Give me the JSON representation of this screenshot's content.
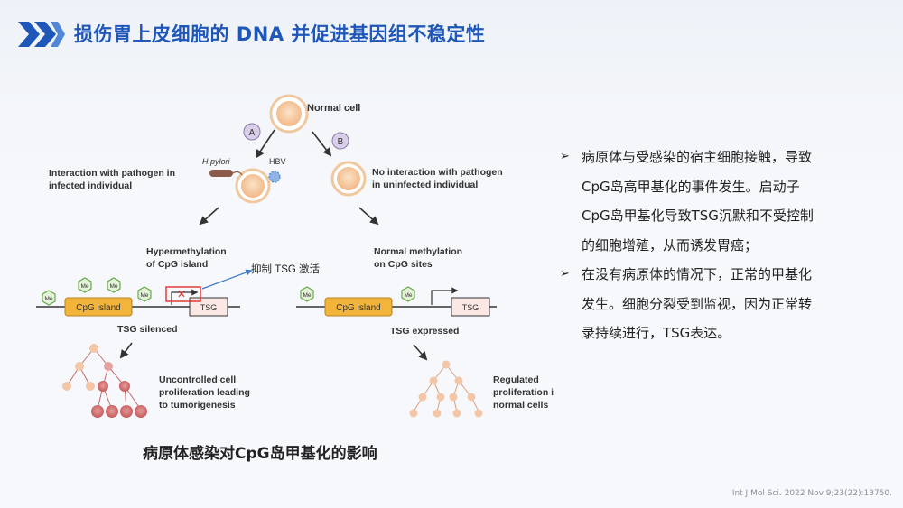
{
  "title": "损伤胃上皮细胞的 DNA 并促进基因组不稳定性",
  "colors": {
    "accent": "#1f57b8",
    "cpg_island": "#f2b43a",
    "me_badge": "#7fbf5a",
    "cell": "#f7c89a",
    "arrow_blue": "#3b78c4",
    "cross_red": "#e0302a"
  },
  "figure": {
    "normal_cell": "Normal cell",
    "branch_a_marker": "A",
    "branch_b_marker": "B",
    "h_pylori": "H.pylori",
    "hbv": "HBV",
    "interaction_line1": "Interaction with pathogen in",
    "interaction_line2": "infected individual",
    "no_interaction_line1": "No interaction with pathogen",
    "no_interaction_line2": "in uninfected individual",
    "hyper_line1": "Hypermethylation",
    "hyper_line2": "of CpG island",
    "normal_meth_line1": "Normal   methylation",
    "normal_meth_line2": "on CpG sites",
    "annotation": "抑制 TSG 激活",
    "cpg_island": "CpG island",
    "tsg": "TSG",
    "me": "Me",
    "tsg_silenced": "TSG silenced",
    "tsg_expressed": "TSG expressed",
    "uncontrolled_line1": "Uncontrolled cell",
    "uncontrolled_line2": "proliferation leading",
    "uncontrolled_line3": "to tumorigenesis",
    "regulated_line1": "Regulated",
    "regulated_line2": "proliferation in",
    "regulated_line3": "normal cells"
  },
  "caption": "病原体感染对CpG岛甲基化的影响",
  "bullets": [
    {
      "lines": [
        "病原体与受感染的宿主细胞接触，导致",
        "CpG岛高甲基化的事件发生。启动子",
        "CpG岛甲基化导致TSG沉默和不受控制",
        "的细胞增殖，从而诱发胃癌；"
      ]
    },
    {
      "lines": [
        "在没有病原体的情况下，正常的甲基化",
        "发生。细胞分裂受到监视，因为正常转",
        "录持续进行，TSG表达。"
      ]
    }
  ],
  "bullet_marker": "➢",
  "citation": "Int J Mol Sci. 2022 Nov 9;23(22):13750."
}
